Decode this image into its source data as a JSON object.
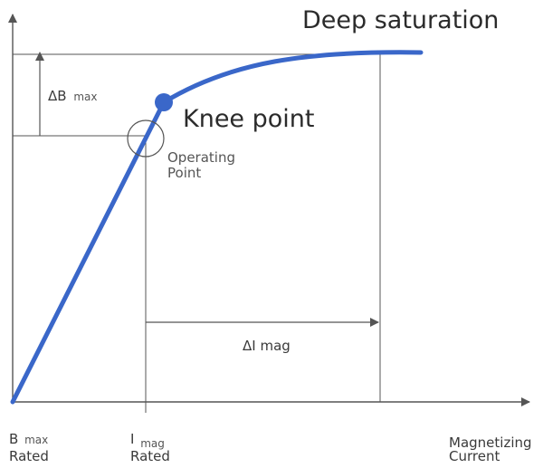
{
  "labels": {
    "deep_saturation": "Deep saturation",
    "knee_point": "Knee point",
    "operating_point_line1": "Operating",
    "operating_point_line2": "Point",
    "delta_b_symbol": "ΔB",
    "delta_b_sub": "max",
    "delta_i": "ΔI mag",
    "bmax_rated_line1_main": "B",
    "bmax_rated_line1_sub": "max",
    "bmax_rated_line2": "Rated",
    "imag_rated_line1_main": "I",
    "imag_rated_line1_sub": "mag",
    "imag_rated_line2": "Rated",
    "x_axis_line1": "Magnetizing",
    "x_axis_line2": "Current"
  },
  "colors": {
    "curve": "#3a67c9",
    "axes": "#555555",
    "guides": "#555555"
  }
}
